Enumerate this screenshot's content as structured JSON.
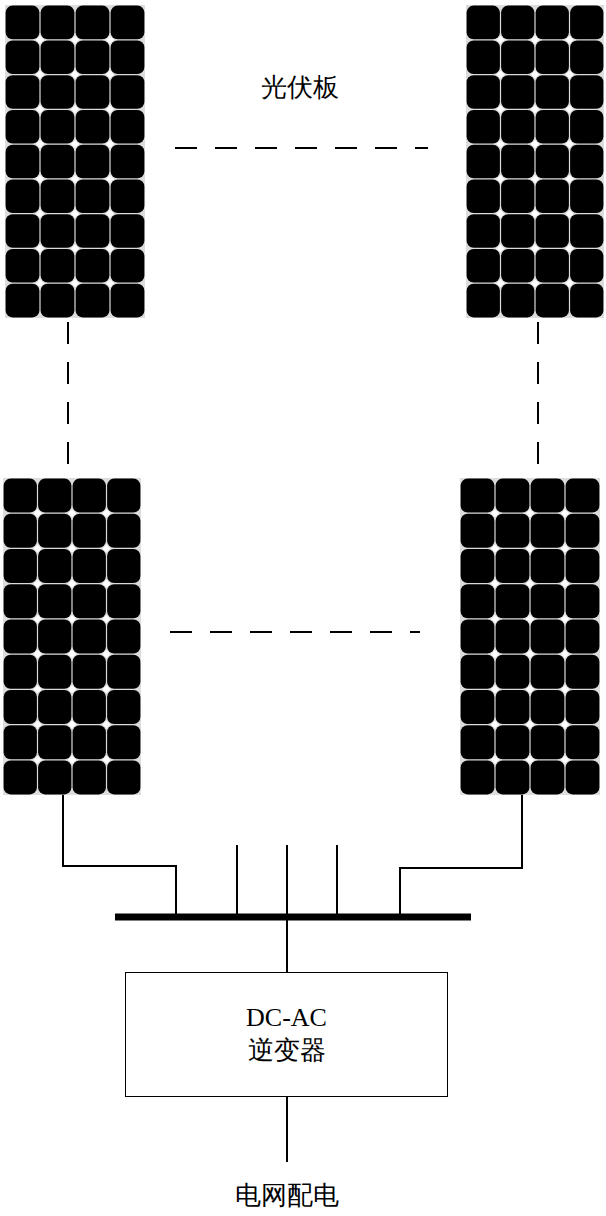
{
  "diagram": {
    "nodes": [
      {
        "text": [
          "DC-AC 逆变器"
        ]
      }
    ],
    "labels": [
      "光伏板",
      "电网配电"
    ]
  }
}
